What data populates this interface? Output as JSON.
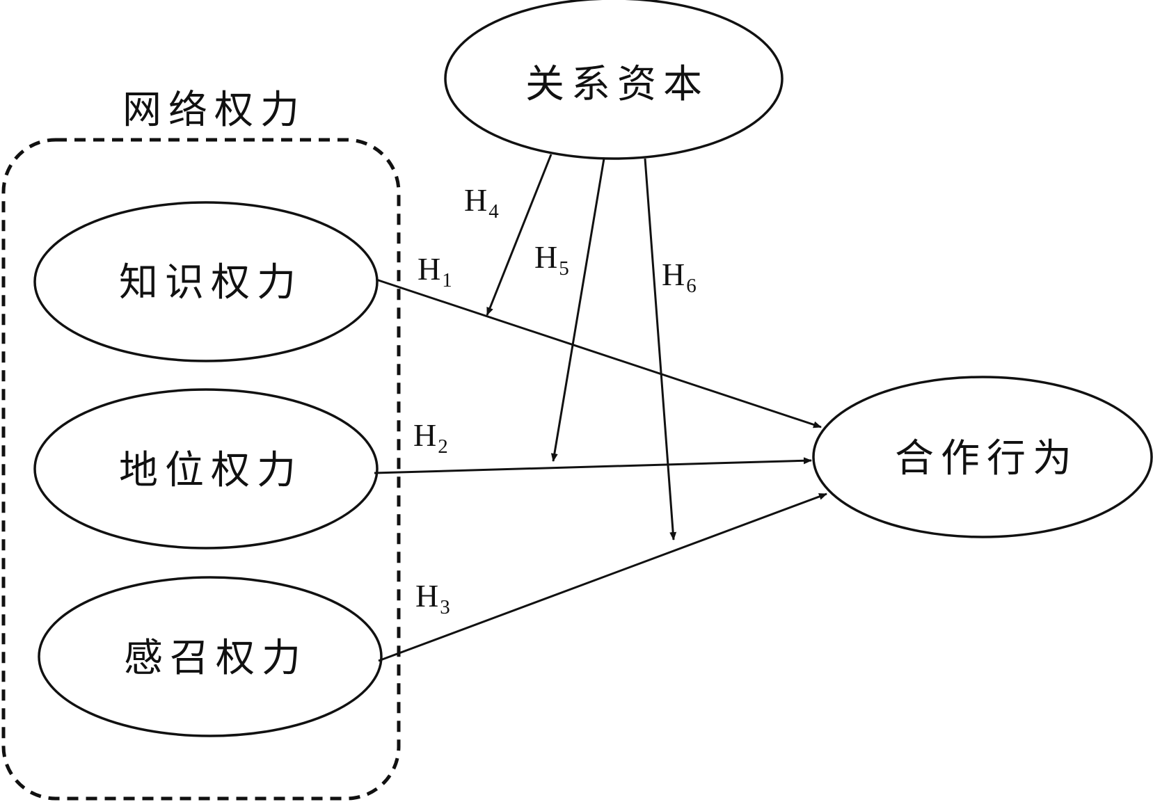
{
  "group": {
    "label": "网络权力",
    "members": [
      "knowledge",
      "status",
      "charisma"
    ]
  },
  "nodes": {
    "relational": {
      "label": "关系资本"
    },
    "knowledge": {
      "label": "知识权力"
    },
    "status": {
      "label": "地位权力"
    },
    "charisma": {
      "label": "感召权力"
    },
    "cooperation": {
      "label": "合作行为"
    }
  },
  "edges": [
    {
      "id": "H1",
      "base": "H",
      "sub": "1",
      "from": "knowledge",
      "to": "cooperation"
    },
    {
      "id": "H2",
      "base": "H",
      "sub": "2",
      "from": "status",
      "to": "cooperation"
    },
    {
      "id": "H3",
      "base": "H",
      "sub": "3",
      "from": "charisma",
      "to": "cooperation"
    },
    {
      "id": "H4",
      "base": "H",
      "sub": "4",
      "from": "relational",
      "to": "H1"
    },
    {
      "id": "H5",
      "base": "H",
      "sub": "5",
      "from": "relational",
      "to": "H2"
    },
    {
      "id": "H6",
      "base": "H",
      "sub": "6",
      "from": "relational",
      "to": "H3"
    }
  ],
  "colors": {
    "stroke": "#111111",
    "background": "#ffffff"
  }
}
